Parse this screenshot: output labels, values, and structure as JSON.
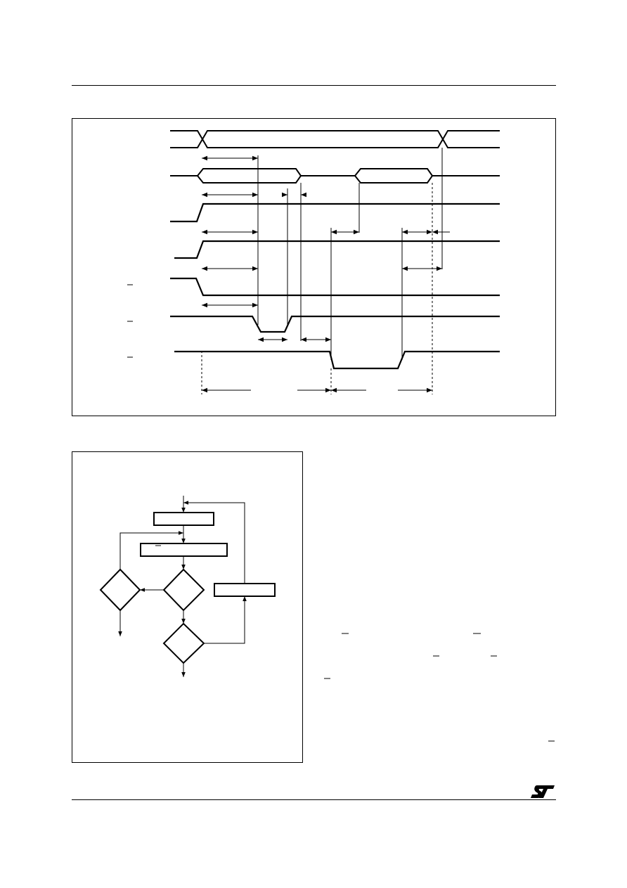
{
  "page": {
    "header_rule": true,
    "footer_rule": true
  },
  "logo": {
    "name": "st-logo",
    "colors": {
      "mark": "#000000"
    }
  },
  "timing_diagram": {
    "signals": [
      {
        "id": "signal-1",
        "trace": "bus-valid"
      },
      {
        "id": "signal-2",
        "trace": "bus-two-windows"
      },
      {
        "id": "signal-3",
        "trace": "rising-step"
      },
      {
        "id": "signal-4",
        "trace": "rising-step"
      },
      {
        "id": "signal-5",
        "trace": "falling-step",
        "overbar_label": true
      },
      {
        "id": "signal-6",
        "trace": "low-pulse",
        "overbar_label": true
      },
      {
        "id": "signal-7",
        "trace": "low-pulse",
        "overbar_label": true
      }
    ],
    "timing_arrow_count": 14
  },
  "flowchart": {
    "process_boxes": 3,
    "decision_diamonds": 3,
    "overbar_marks": 1
  },
  "text_column": {
    "overbar_marks": 6
  }
}
